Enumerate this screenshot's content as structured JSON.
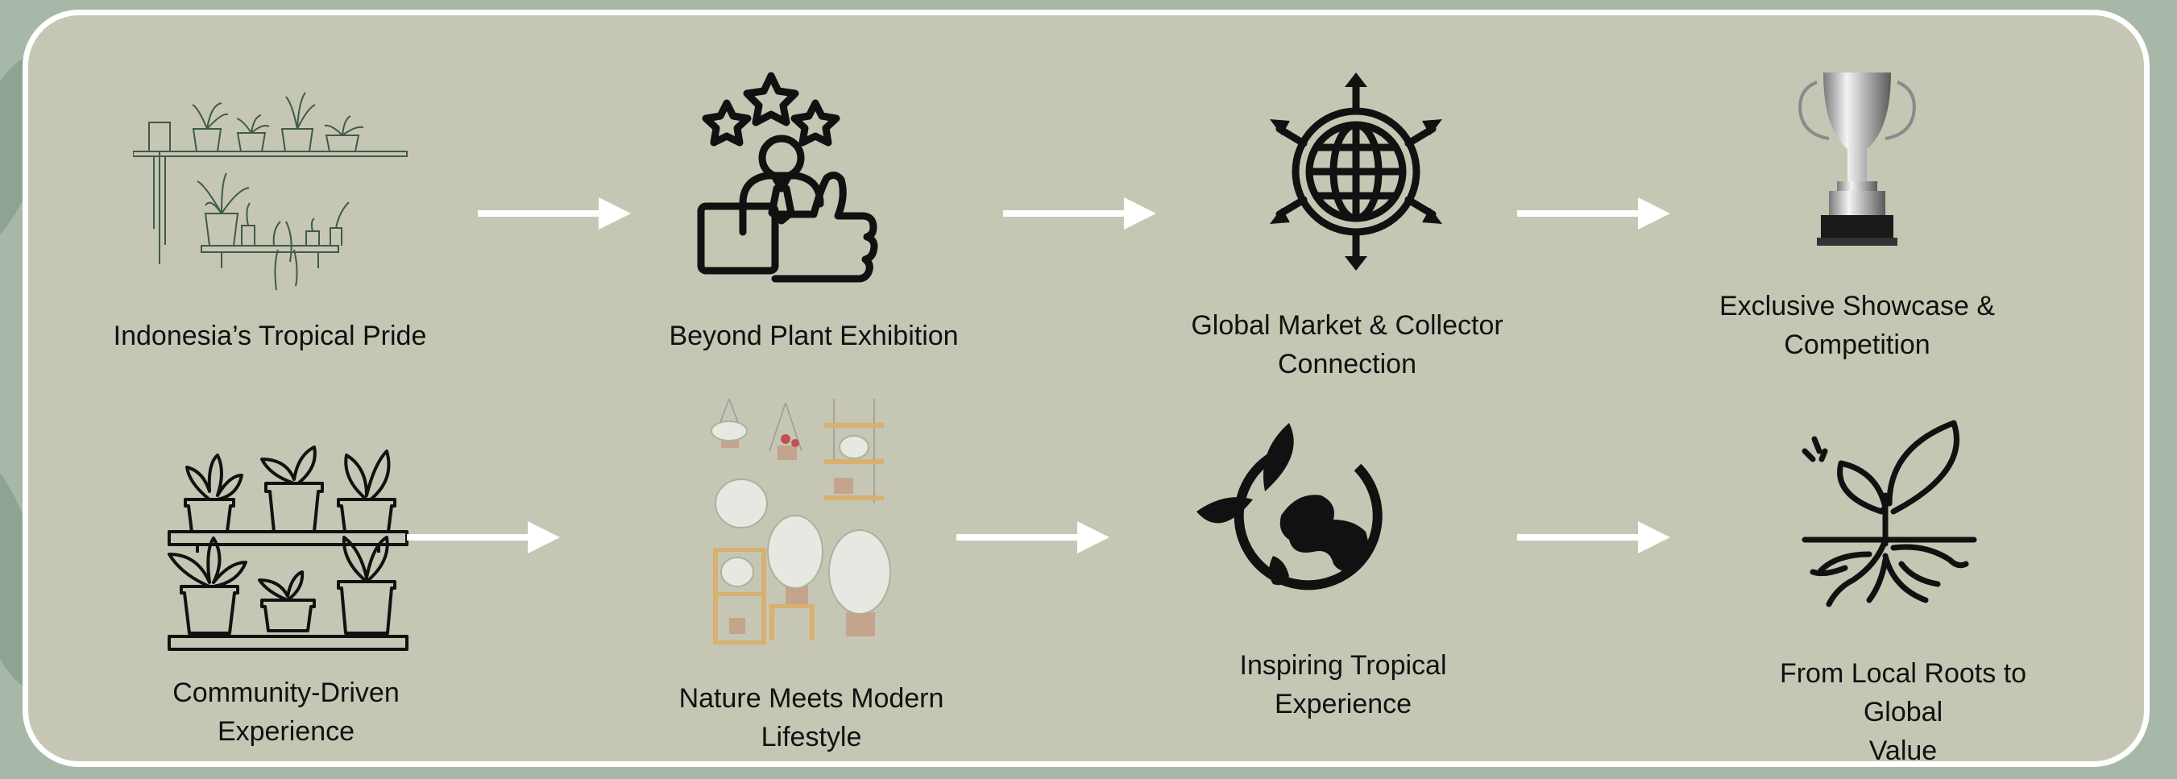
{
  "labels": {
    "indonesia": "Indonesia’s Tropical Pride",
    "beyond": "Beyond Plant Exhibition",
    "global": "Global Market & Collector\nConnection",
    "exclusive": "Exclusive Showcase &\nCompetition",
    "community": "Community-Driven\nExperience",
    "nature": "Nature Meets Modern\nLifestyle",
    "inspiring": "Inspiring Tropical\nExperience",
    "roots": "From Local Roots to Global\nValue"
  },
  "colors": {
    "panel": "#c6c6b4",
    "border": "#ffffff",
    "arrow": "#ffffff",
    "icon": "#111111"
  },
  "icons": [
    "hanging-plant-shelf-sketch",
    "businessman-thumbs-up-stars-icon",
    "globe-arrows-icon",
    "silver-trophy-icon",
    "potted-plants-shelf-icon",
    "watercolor-plant-shelves",
    "earth-leaves-icon",
    "sprout-roots-icon"
  ]
}
